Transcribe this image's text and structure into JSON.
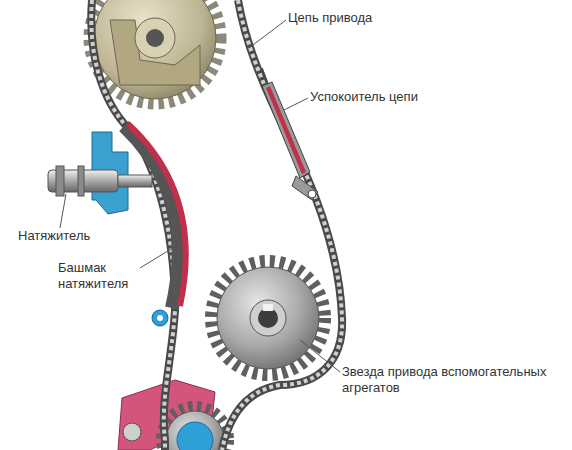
{
  "diagram": {
    "labels": [
      "Цепь привода",
      "Успокоитель цепи",
      "Натяжитель",
      "Башмак натяжителя",
      "Звезда привода вспомогательных агрегатов"
    ]
  }
}
